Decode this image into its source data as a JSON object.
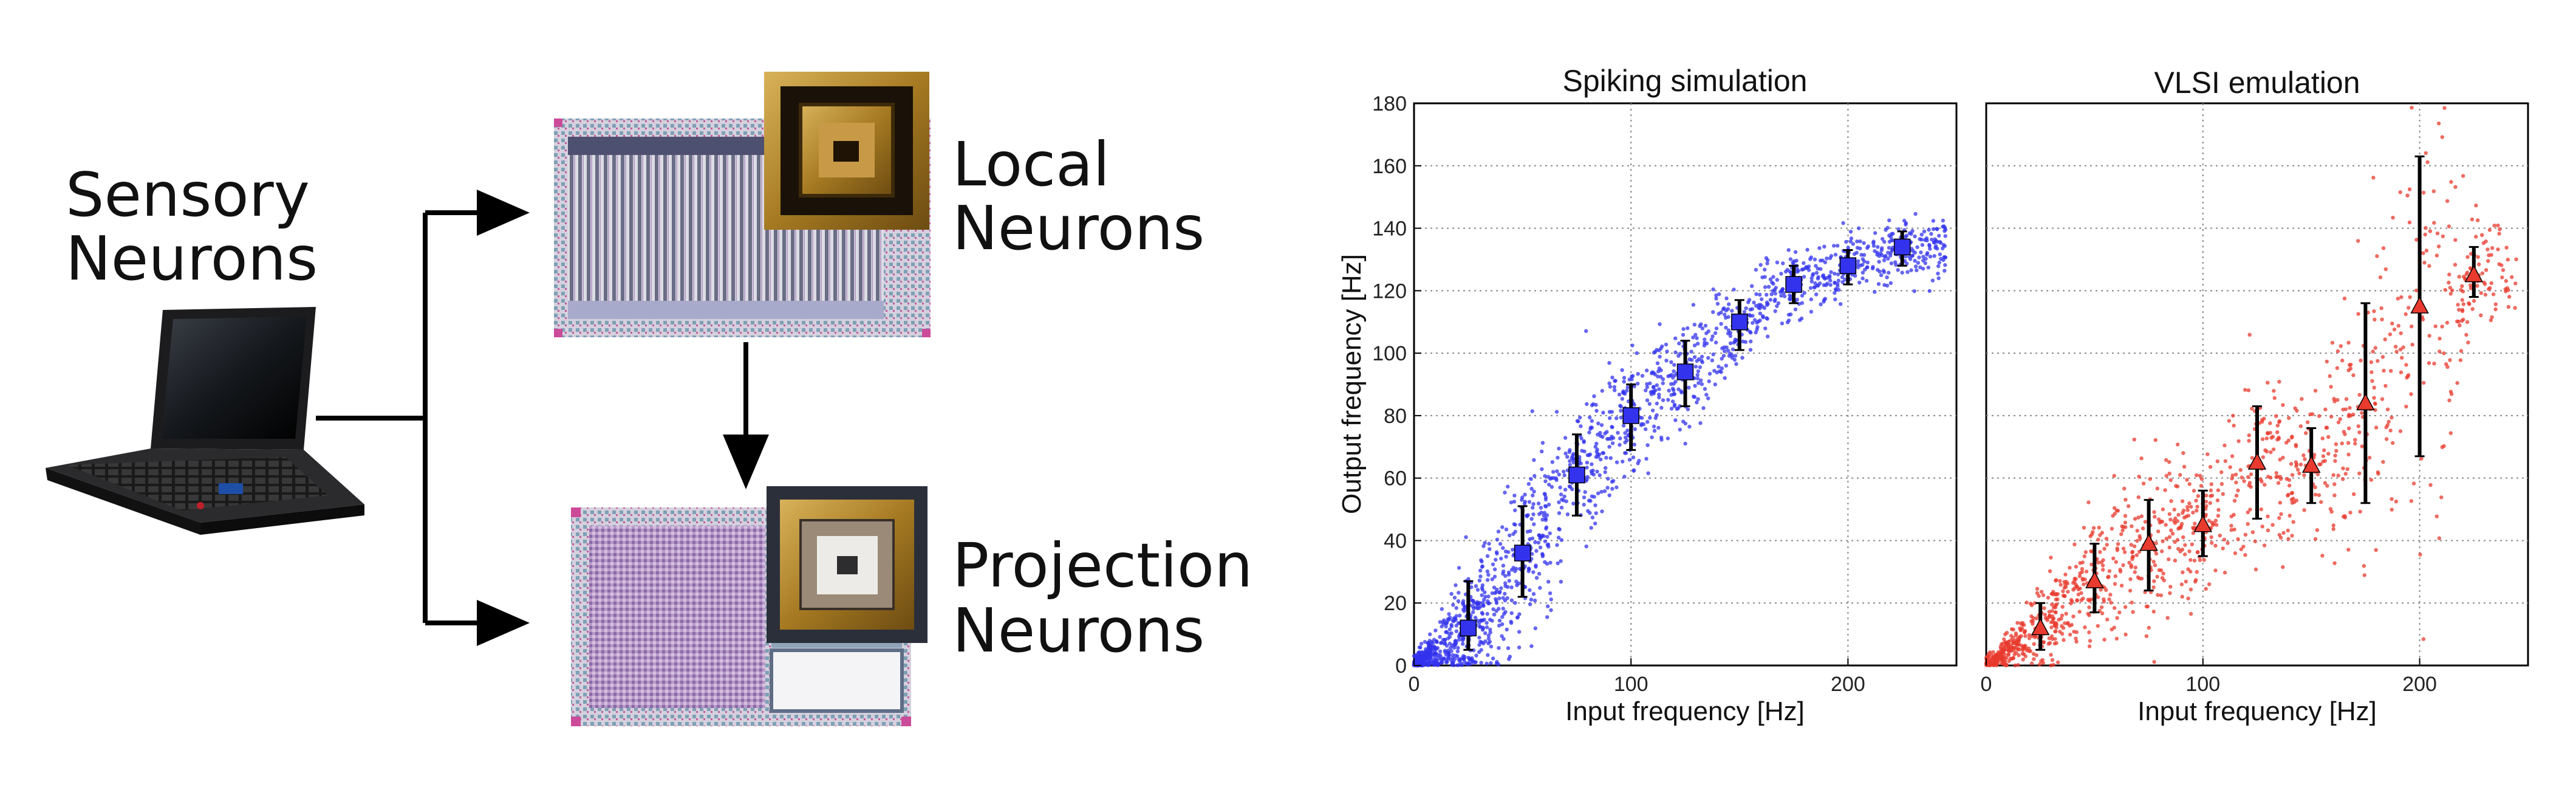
{
  "diagram": {
    "sensory_label_line1": "Sensory",
    "sensory_label_line2": "Neurons",
    "local_label_line1": "Local",
    "local_label_line2": "Neurons",
    "projection_label_line1": "Projection",
    "projection_label_line2": "Neurons",
    "icons": [
      "laptop-icon",
      "local-chip-die-icon",
      "local-chip-package-icon",
      "projection-chip-die-icon",
      "projection-chip-package-icon"
    ]
  },
  "chart_data": [
    {
      "type": "scatter",
      "title": "Spiking simulation",
      "xlabel": "Input frequency [Hz]",
      "ylabel": "Output frequency [Hz]",
      "xlim": [
        0,
        250
      ],
      "ylim": [
        0,
        180
      ],
      "xticks": [
        "0",
        "100",
        "200"
      ],
      "yticks": [
        "0",
        "20",
        "40",
        "60",
        "80",
        "100",
        "120",
        "140",
        "160",
        "180"
      ],
      "grid": true,
      "color": "#3333ee",
      "marker": "square",
      "means": [
        {
          "x": 25,
          "y": 12,
          "err_low": 5,
          "err_high": 27
        },
        {
          "x": 50,
          "y": 36,
          "err_low": 22,
          "err_high": 51
        },
        {
          "x": 75,
          "y": 61,
          "err_low": 48,
          "err_high": 74
        },
        {
          "x": 100,
          "y": 80,
          "err_low": 69,
          "err_high": 90
        },
        {
          "x": 125,
          "y": 94,
          "err_low": 83,
          "err_high": 104
        },
        {
          "x": 150,
          "y": 110,
          "err_low": 101,
          "err_high": 117
        },
        {
          "x": 175,
          "y": 122,
          "err_low": 116,
          "err_high": 128
        },
        {
          "x": 200,
          "y": 128,
          "err_low": 122,
          "err_high": 133
        },
        {
          "x": 225,
          "y": 134,
          "err_low": 128,
          "err_high": 139
        }
      ]
    },
    {
      "type": "scatter",
      "title": "VLSI emulation",
      "xlabel": "Input frequency [Hz]",
      "ylabel": "",
      "xlim": [
        0,
        250
      ],
      "ylim": [
        0,
        180
      ],
      "xticks": [
        "0",
        "100",
        "200"
      ],
      "grid": true,
      "color": "#e83a2e",
      "marker": "triangle",
      "means": [
        {
          "x": 25,
          "y": 12,
          "err_low": 5,
          "err_high": 20
        },
        {
          "x": 50,
          "y": 27,
          "err_low": 17,
          "err_high": 39
        },
        {
          "x": 75,
          "y": 39,
          "err_low": 24,
          "err_high": 53
        },
        {
          "x": 100,
          "y": 45,
          "err_low": 35,
          "err_high": 56
        },
        {
          "x": 125,
          "y": 65,
          "err_low": 47,
          "err_high": 83
        },
        {
          "x": 150,
          "y": 64,
          "err_low": 52,
          "err_high": 76
        },
        {
          "x": 175,
          "y": 84,
          "err_low": 52,
          "err_high": 116
        },
        {
          "x": 200,
          "y": 115,
          "err_low": 67,
          "err_high": 163
        },
        {
          "x": 225,
          "y": 125,
          "err_low": 118,
          "err_high": 134
        }
      ]
    }
  ]
}
